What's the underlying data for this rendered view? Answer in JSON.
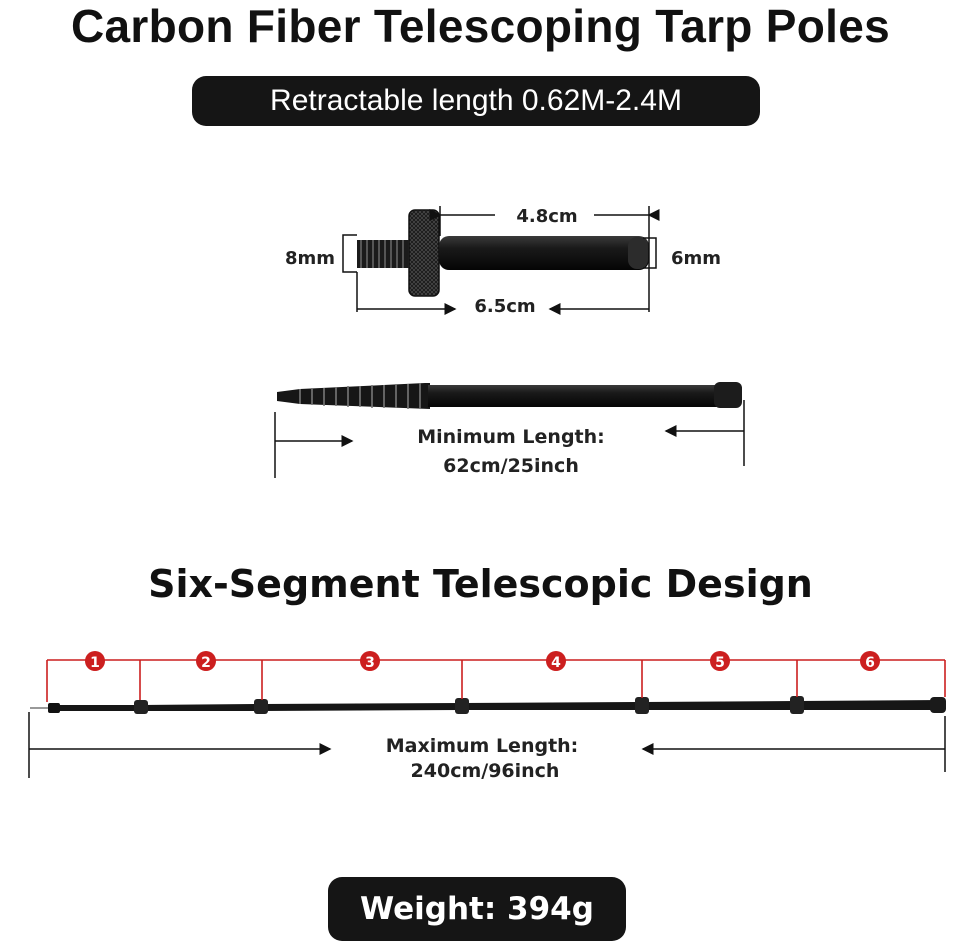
{
  "title": "Carbon Fiber Telescoping Tarp Poles",
  "retractable_label": "Retractable length 0.62M-2.4M",
  "tip": {
    "thread_diameter": "8mm",
    "tip_diameter": "6mm",
    "rod_length": "4.8cm",
    "total_length": "6.5cm"
  },
  "min_length": {
    "label": "Minimum Length:",
    "value": "62cm/25inch"
  },
  "segment_heading": "Six-Segment Telescopic Design",
  "segments": [
    "1",
    "2",
    "3",
    "4",
    "5",
    "6"
  ],
  "max_length": {
    "label": "Maximum Length:",
    "value": "240cm/96inch"
  },
  "weight": "Weight: 394g",
  "colors": {
    "accent_red": "#cc1f1f",
    "pole_black": "#141414",
    "pill_bg": "#151515"
  }
}
